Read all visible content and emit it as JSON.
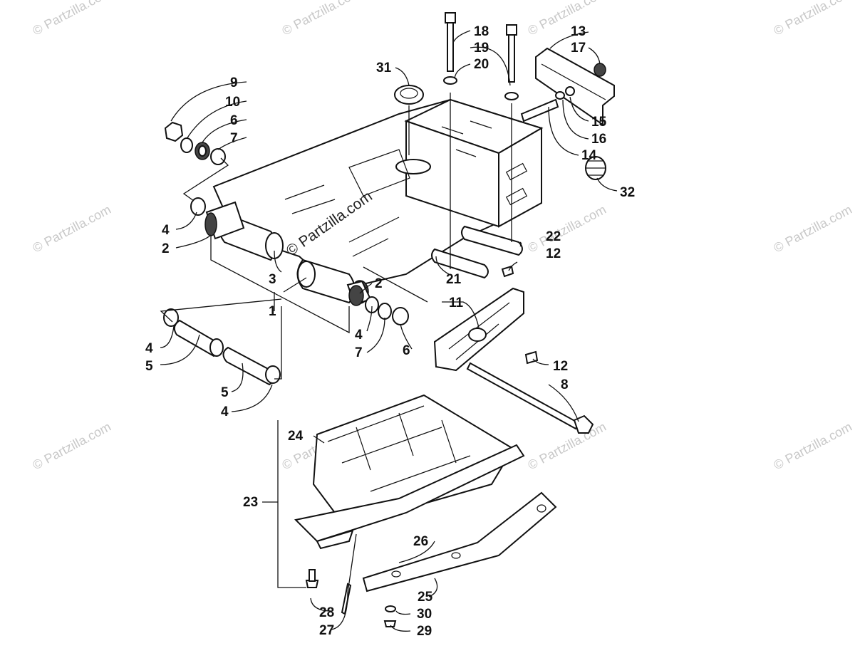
{
  "watermark": {
    "text": "© Partzilla.com",
    "center_text": "© Partzilla.com"
  },
  "callouts": {
    "c1": "1",
    "c2a": "2",
    "c2b": "2",
    "c3": "3",
    "c4a": "4",
    "c4b": "4",
    "c4c": "4",
    "c4d": "4",
    "c5a": "5",
    "c5b": "5",
    "c6a": "6",
    "c6b": "6",
    "c7a": "7",
    "c7b": "7",
    "c8": "8",
    "c9": "9",
    "c10": "10",
    "c11": "11",
    "c12a": "12",
    "c12b": "12",
    "c13": "13",
    "c14": "14",
    "c15": "15",
    "c16": "16",
    "c17": "17",
    "c18": "18",
    "c19": "19",
    "c20": "20",
    "c21": "21",
    "c22": "22",
    "c23": "23",
    "c24": "24",
    "c25": "25",
    "c26": "26",
    "c27": "27",
    "c28": "28",
    "c29": "29",
    "c30": "30",
    "c31": "31",
    "c32": "32"
  }
}
